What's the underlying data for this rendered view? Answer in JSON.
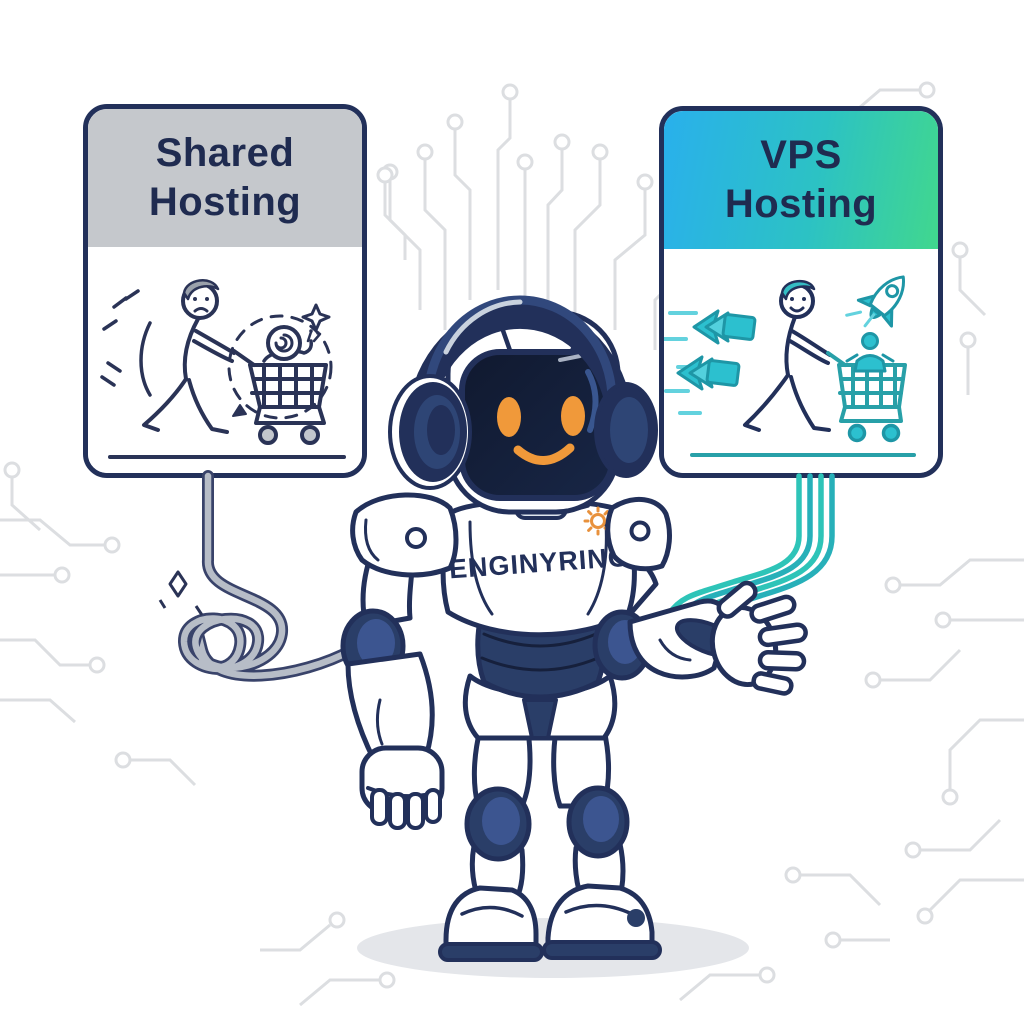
{
  "scene": {
    "description": "Cartoon mascot robot comparing two hosting options, connected by cables to each option card",
    "background_color": "#ffffff"
  },
  "cards": {
    "shared": {
      "title": "Shared Hosting",
      "header_color": "#c5c8cc",
      "illustration": "frustrated-person-pushing-cart-with-snail",
      "cable": "tangled-gray-cable"
    },
    "vps": {
      "title": "VPS Hosting",
      "header_gradient_start": "#29b0ec",
      "header_gradient_end": "#41d78e",
      "illustration": "happy-person-pushing-cart-with-rockets",
      "cable": "four-smooth-teal-cables"
    }
  },
  "robot": {
    "chest_label": "ENGINYRING",
    "eye_color": "#f0993a",
    "armor_color": "#ffffff",
    "accent_color": "#22305a"
  },
  "colors": {
    "navy_outline": "#22305a",
    "joint_navy": "#2a3e68",
    "visor": "#131d38",
    "orange": "#f0993a",
    "teal": "#2cc0cf",
    "teal_wire": "#2ec4b8",
    "gray_header": "#c5c8cc",
    "wire_gray": "#b7bdc7",
    "circuit_trace": "#dcdee1",
    "ground_shadow": "#e4e6ea"
  }
}
